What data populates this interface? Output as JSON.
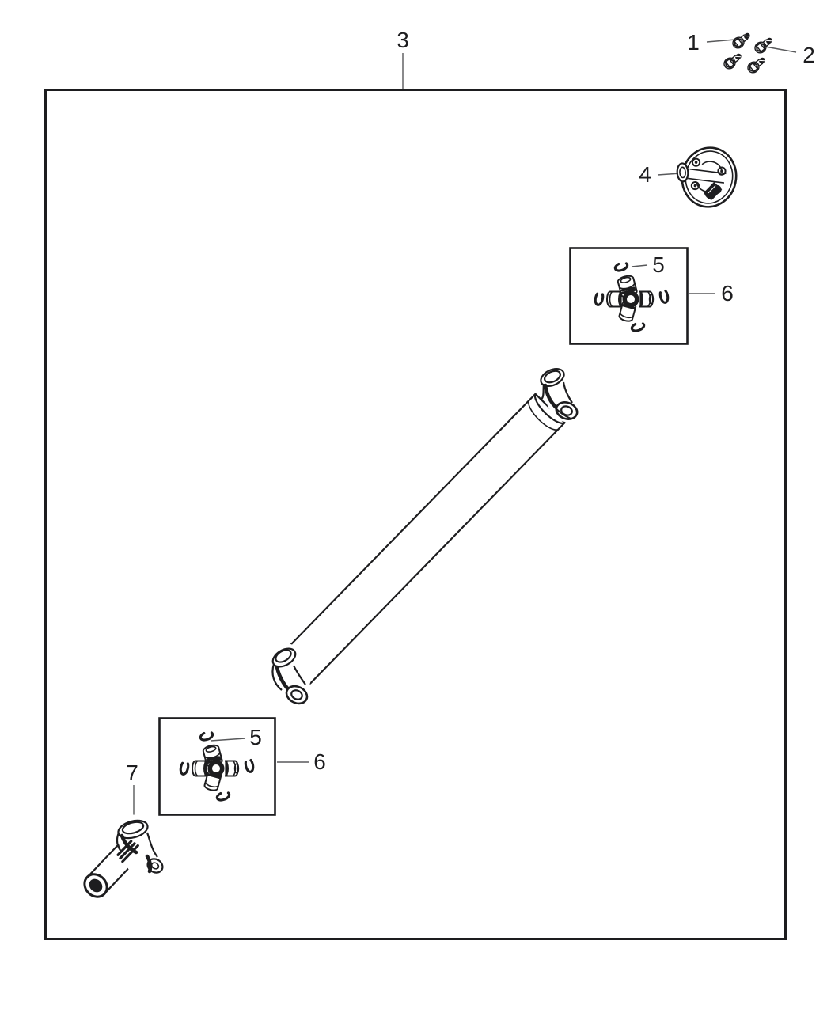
{
  "colors": {
    "ink": "#1d1d1f",
    "leader": "#58595b",
    "background": "#ffffff"
  },
  "diagram": {
    "callouts": {
      "c1": "1",
      "c2": "2",
      "c3": "3",
      "c4": "4",
      "c5_top": "5",
      "c6_top": "6",
      "c5_bottom": "5",
      "c6_bottom": "6",
      "c7": "7"
    }
  }
}
